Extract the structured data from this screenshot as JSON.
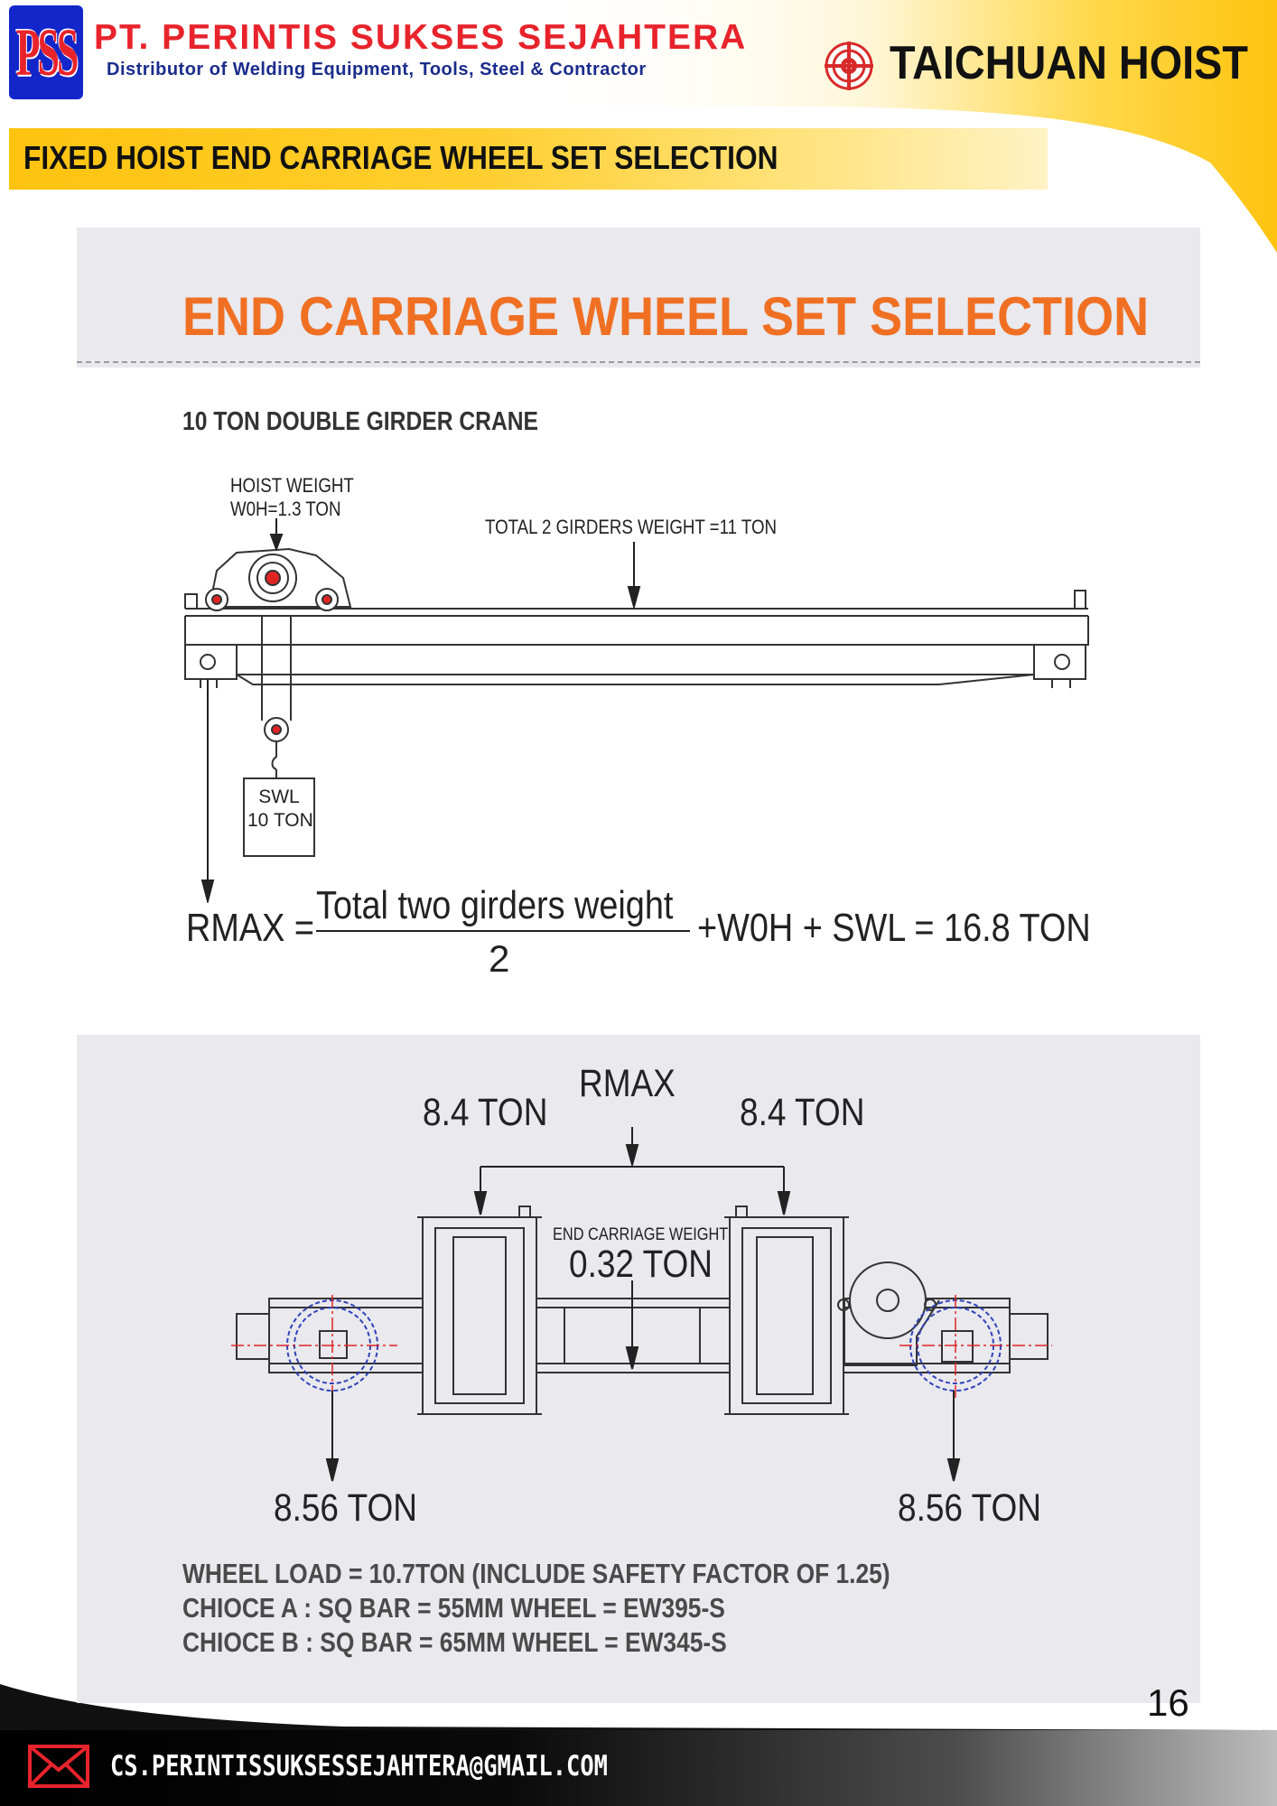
{
  "header": {
    "logo_text": "PSS",
    "company_name": "PT. PERINTIS SUKSES SEJAHTERA",
    "company_tagline": "Distributor of Welding Equipment, Tools, Steel & Contractor",
    "partner_brand": "TAICHUAN HOIST",
    "section_title": "FIXED HOIST END CARRIAGE WHEEL SET SELECTION"
  },
  "main": {
    "heading": "END CARRIAGE WHEEL SET SELECTION",
    "crane_type": "10 TON DOUBLE GIRDER CRANE"
  },
  "girder_diagram": {
    "hoist_weight_line1": "HOIST WEIGHT",
    "hoist_weight_line2": "W0H=1.3 TON",
    "girders_weight": "TOTAL 2 GIRDERS WEIGHT =11 TON",
    "swl_line1": "SWL",
    "swl_line2": "10 TON"
  },
  "formula": {
    "lhs": "RMAX =",
    "numerator": "Total two girders weight",
    "denominator": "2",
    "rhs": "+W0H + SWL = 16.8 TON"
  },
  "end_carriage_diagram": {
    "rmax_label": "RMAX",
    "left_load": "8.4 TON",
    "right_load": "8.4 TON",
    "end_carriage_weight_label": "END CARRIAGE WEIGHT",
    "end_carriage_weight_value": "0.32 TON",
    "left_wheel_load": "8.56 TON",
    "right_wheel_load": "8.56 TON"
  },
  "notes": [
    "WHEEL LOAD = 10.7TON (INCLUDE SAFETY FACTOR OF 1.25)",
    "CHIOCE A : SQ BAR = 55MM WHEEL = EW395-S",
    "CHIOCE B : SQ BAR = 65MM WHEEL = EW345-S"
  ],
  "page_number": "16",
  "footer": {
    "email": "CS.PERINTISSUKSESSEJAHTERA@GMAIL.COM"
  },
  "colors": {
    "brand_red": "#e8232b",
    "brand_blue": "#1226c9",
    "accent_yellow": "#ffc30f",
    "heading_orange": "#f07023"
  },
  "icons": [
    "mail-icon",
    "taichuan-logo-icon",
    "pss-logo"
  ]
}
